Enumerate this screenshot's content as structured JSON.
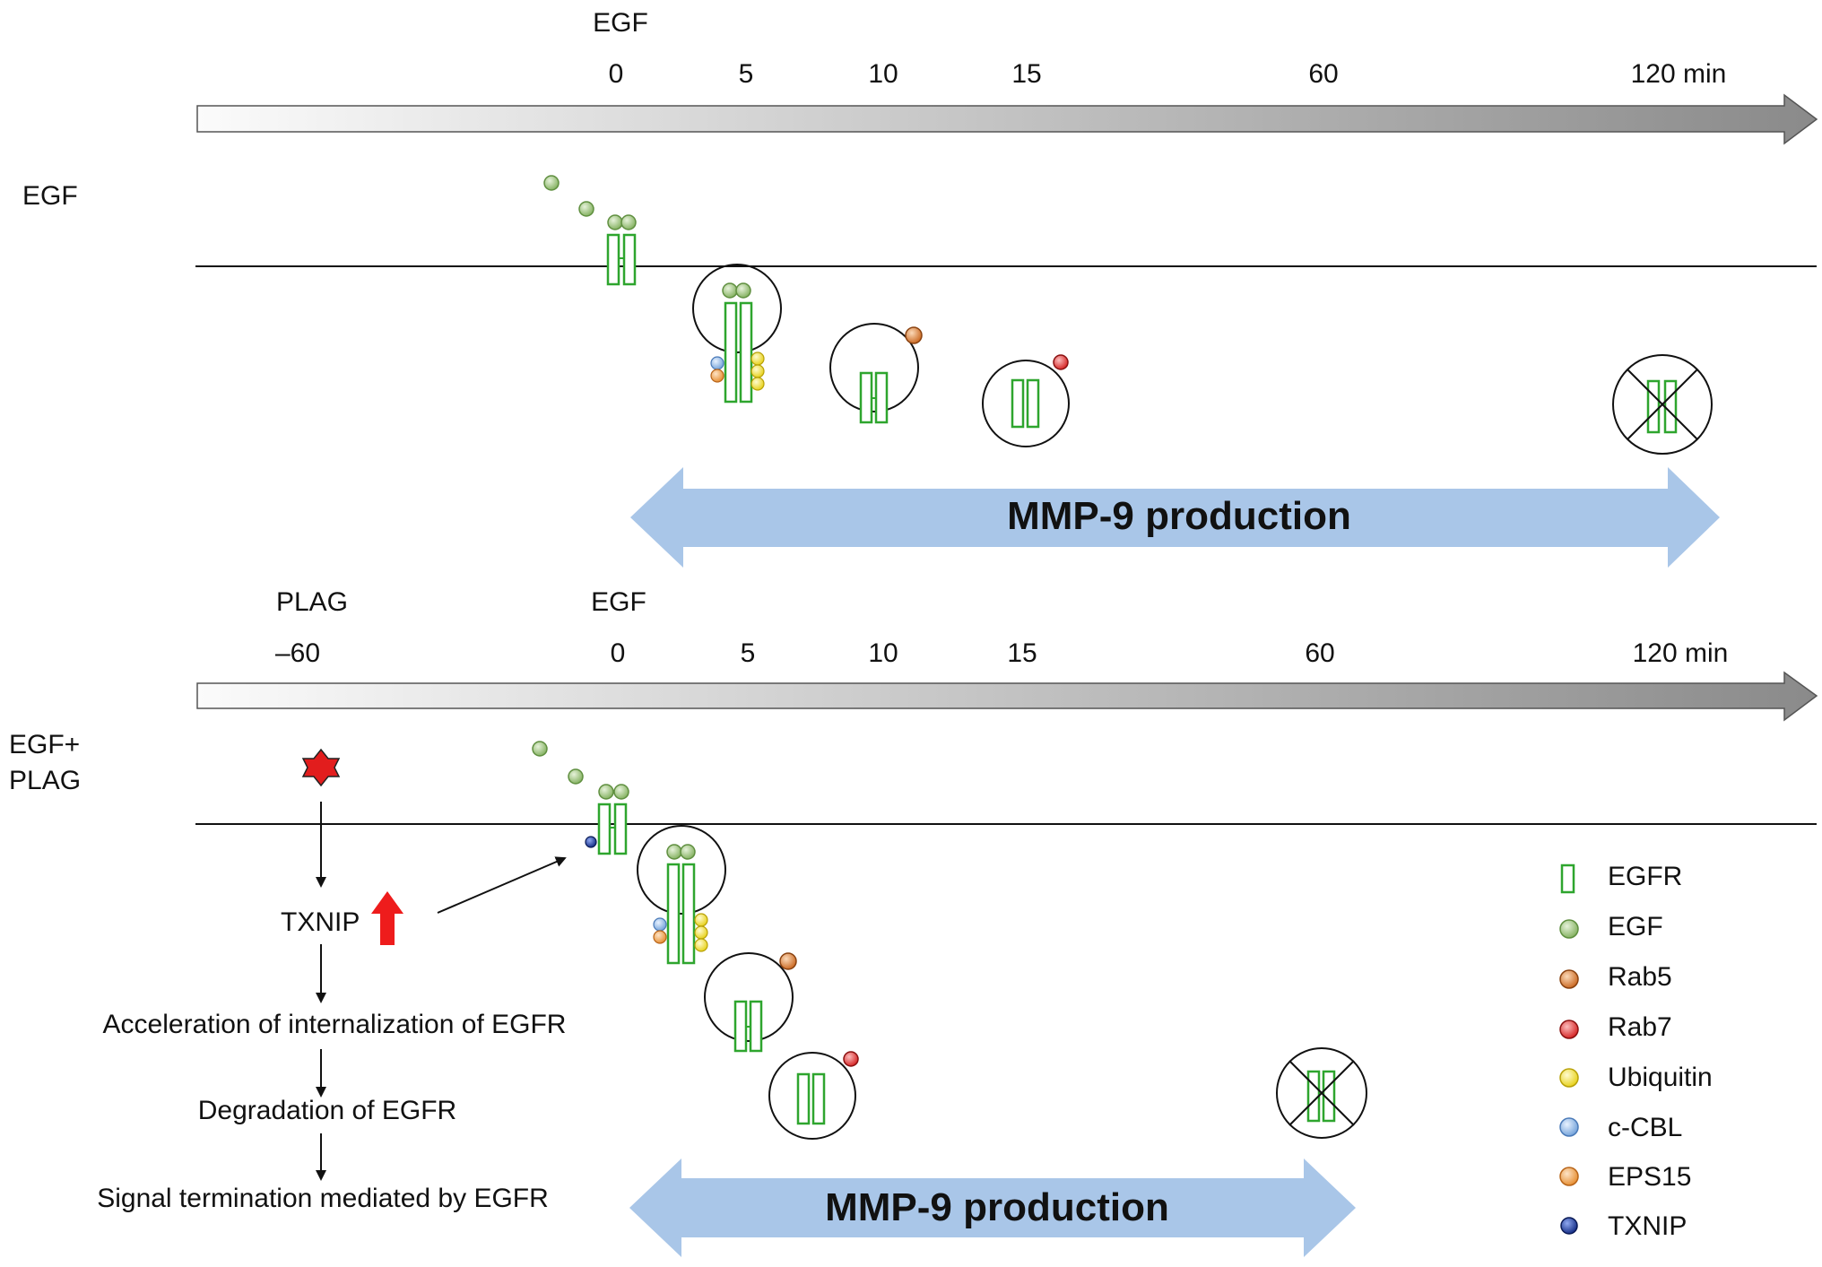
{
  "panel1": {
    "stimulus_label": "EGF",
    "row_label": "EGF",
    "timeline": {
      "ticks": [
        "0",
        "5",
        "10",
        "15",
        "60",
        "120 min"
      ]
    },
    "production_label": "MMP-9 production"
  },
  "panel2": {
    "plag_label": "PLAG",
    "stimulus_label": "EGF",
    "row_label_line1": "EGF+",
    "row_label_line2": "PLAG",
    "timeline": {
      "ticks": [
        "–60",
        "0",
        "5",
        "10",
        "15",
        "60",
        "120 min"
      ]
    },
    "production_label": "MMP-9 production",
    "pathway": {
      "txnip_label": "TXNIP",
      "steps": [
        "Acceleration of internalization of EGFR",
        "Degradation of EGFR",
        "Signal termination mediated by EGFR"
      ]
    }
  },
  "legend": {
    "items": [
      {
        "label": "EGFR",
        "icon": "egfr-receptor-icon"
      },
      {
        "label": "EGF",
        "icon": "egf-ligand-icon"
      },
      {
        "label": "Rab5",
        "icon": "rab5-dot-icon"
      },
      {
        "label": "Rab7",
        "icon": "rab7-dot-icon"
      },
      {
        "label": "Ubiquitin",
        "icon": "ubiquitin-dot-icon"
      },
      {
        "label": "c-CBL",
        "icon": "ccbl-dot-icon"
      },
      {
        "label": "EPS15",
        "icon": "eps15-dot-icon"
      },
      {
        "label": "TXNIP",
        "icon": "txnip-dot-icon"
      }
    ]
  },
  "colors": {
    "egfr": "#2ea52e",
    "egf": "#8fbf6a",
    "rab5": "#e0812f",
    "rab7": "#e53333",
    "ubiquitin": "#f5e435",
    "ccbl": "#8fb8e6",
    "eps15": "#f2a24b",
    "txnip": "#1c3c9e",
    "mmp9_arrow": "#a9c6e8",
    "up_arrow": "#ee1c1c"
  }
}
